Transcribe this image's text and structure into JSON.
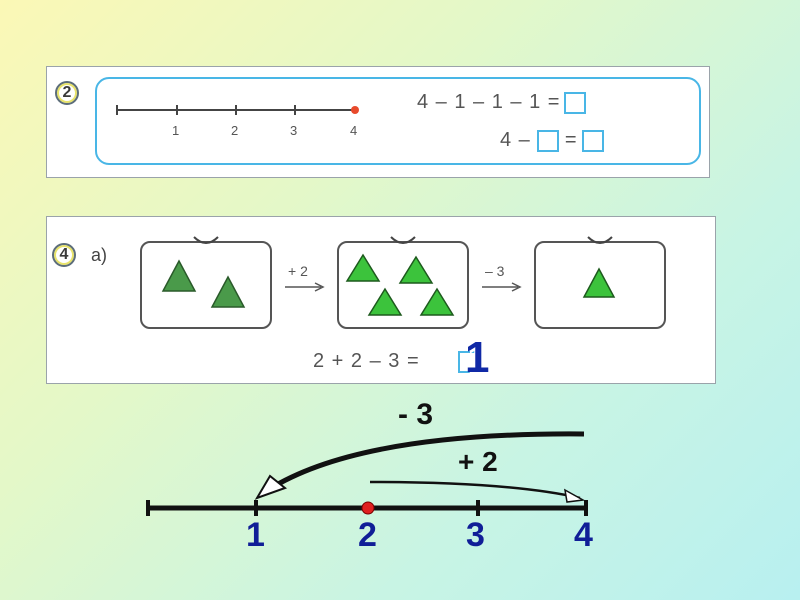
{
  "task2": {
    "number": "2",
    "ticks": [
      "1",
      "2",
      "3",
      "4"
    ],
    "eq1": "4 – 1 – 1 – 1 =",
    "eq2_left": "4 –",
    "eq2_mid": "="
  },
  "task4": {
    "number": "4",
    "part": "а)",
    "op1": "+ 2",
    "op2": "– 3",
    "equation": "2 + 2 – 3 =",
    "answer": "1",
    "colors": {
      "triangle_dark": "#4a9a4a",
      "triangle_bright": "#3cc33c"
    }
  },
  "number_line": {
    "minus_label": "- 3",
    "plus_label": "+ 2",
    "labels": [
      "1",
      "2",
      "3",
      "4"
    ],
    "label_color": "#101e97"
  }
}
